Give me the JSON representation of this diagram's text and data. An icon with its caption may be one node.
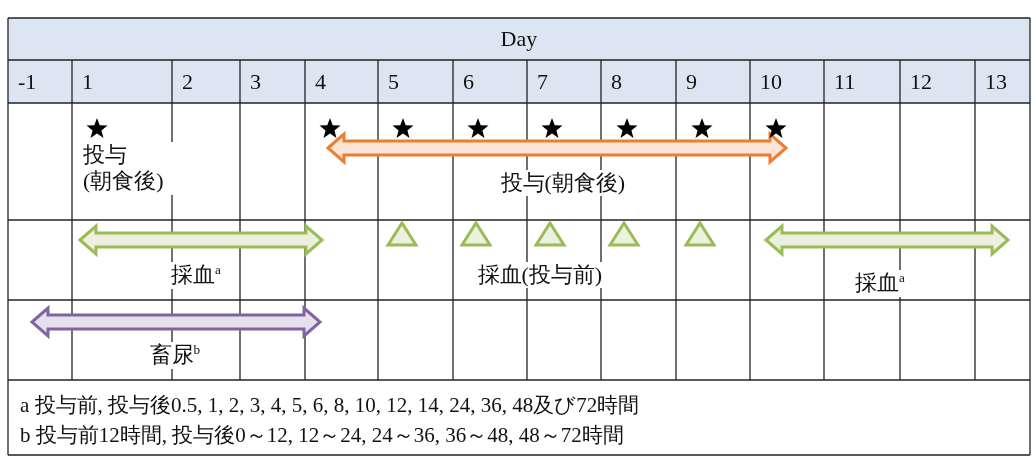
{
  "diagram": {
    "labels": [
      "Day",
      "-1",
      "1",
      "2",
      "3",
      "4",
      "5",
      "6",
      "7",
      "8",
      "9",
      "10",
      "11",
      "12",
      "13",
      "投与(朝食後)",
      "投与(朝食後)",
      "採血$^{a}$",
      "採血(投与前)",
      "採血$^{a}$",
      "畜尿$^{b}$",
      "a 投与前, 投与後0.5, 1, 2, 3, 4, 5, 6, 8, 10, 12, 14, 24, 36, 48及び72時間",
      "b 投与前12時間, 投与後0～12, 12～24, 24～36, 36～48, 48～72時間"
    ]
  }
}
